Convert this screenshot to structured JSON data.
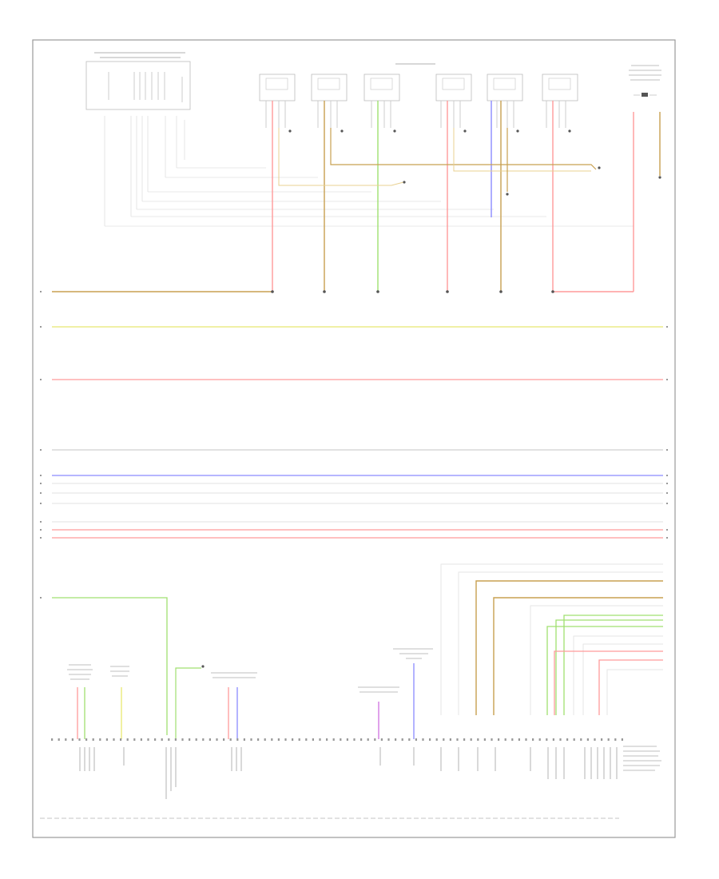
{
  "diagram": {
    "footer_code": "",
    "colors": {
      "border": "#999999",
      "wire_gray": "#d8d8d8",
      "red": "#ff9a9a",
      "brown": "#c8a050",
      "yellow": "#e8e870",
      "green": "#a0e070",
      "blue": "#8a8aff",
      "purple": "#d070e0",
      "pink": "#ffb0c0"
    },
    "modules": [
      {
        "id": "mod-1"
      },
      {
        "id": "mod-2"
      },
      {
        "id": "mod-3"
      },
      {
        "id": "mod-4"
      },
      {
        "id": "mod-5"
      },
      {
        "id": "mod-6"
      }
    ],
    "bus_rows": [
      {
        "id": "row-1",
        "color": "brown"
      },
      {
        "id": "row-2",
        "color": "yellow"
      },
      {
        "id": "row-3",
        "color": "red"
      },
      {
        "id": "row-4",
        "color": "gray"
      },
      {
        "id": "row-5",
        "color": "blue"
      },
      {
        "id": "row-6",
        "color": "gray"
      },
      {
        "id": "row-7",
        "color": "gray"
      },
      {
        "id": "row-8",
        "color": "gray"
      },
      {
        "id": "row-9",
        "color": "gray"
      },
      {
        "id": "row-10",
        "color": "red"
      },
      {
        "id": "row-11",
        "color": "red"
      },
      {
        "id": "row-12",
        "color": "green"
      }
    ],
    "note": ""
  }
}
